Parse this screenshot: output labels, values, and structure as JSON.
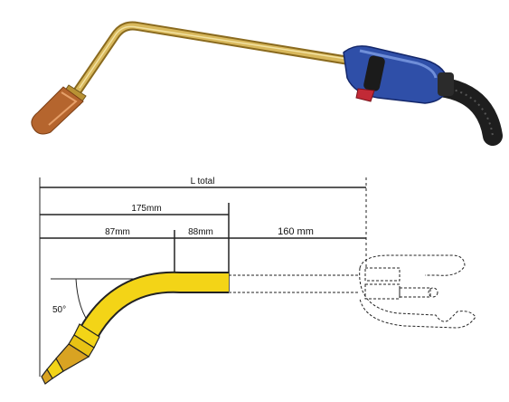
{
  "dimensions": {
    "total": "L total",
    "neck": "175mm",
    "bend": "87mm",
    "straight": "88mm",
    "handle": "160 mm"
  },
  "angle_label": "50°",
  "colors": {
    "brass": "#c9a548",
    "brass_dark": "#8a6a1e",
    "copper": "#b5652e",
    "handle_blue": "#2f4fa8",
    "cable": "#1e1e1e",
    "diagram_yellow": "#f3d417",
    "diagram_outline": "#222222",
    "diagram_nozzle": "#d9a322"
  }
}
